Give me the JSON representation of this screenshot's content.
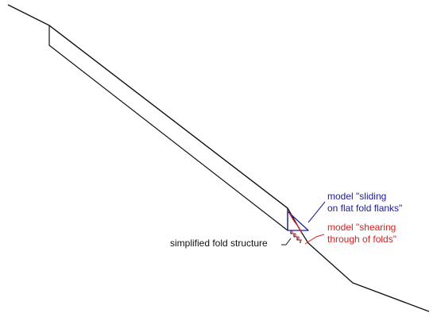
{
  "colors": {
    "outline": "#111111",
    "sliding_model": "#1a1ab0",
    "shearing_model": "#e01e1e"
  },
  "labels": {
    "sliding_model": {
      "line1": "model \"sliding",
      "line2": "on flat fold flanks\""
    },
    "shearing_model": {
      "line1": "model \"shearing",
      "line2": "through of folds\""
    },
    "fold_structure": "simplified fold structure"
  }
}
